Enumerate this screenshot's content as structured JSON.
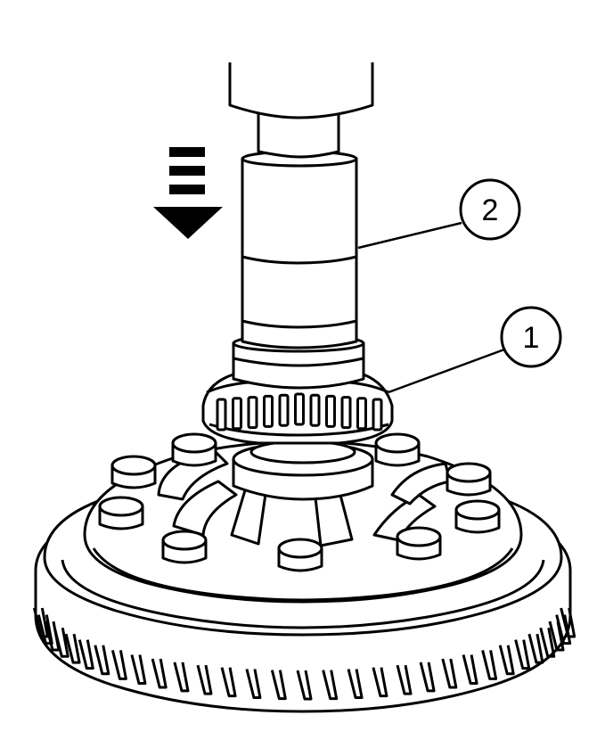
{
  "callouts": [
    {
      "id": "1",
      "label": "1"
    },
    {
      "id": "2",
      "label": "2"
    }
  ],
  "colors": {
    "ink": "#000000",
    "paper": "#ffffff"
  },
  "icons": {
    "direction": "arrow-down-icon"
  }
}
